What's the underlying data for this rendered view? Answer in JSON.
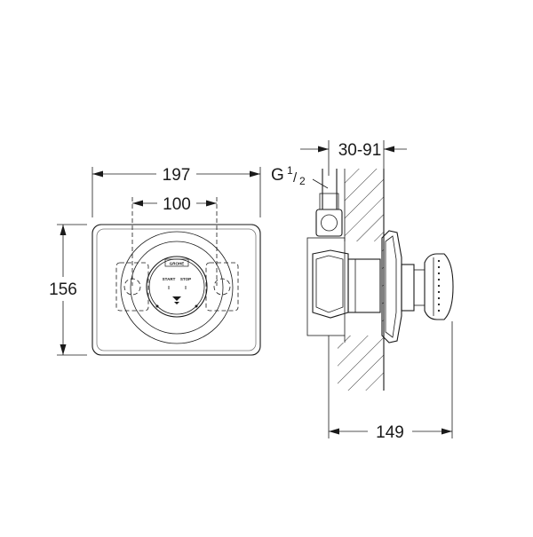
{
  "front_view": {
    "width_label": "197",
    "spacing_label": "100",
    "height_label": "156",
    "brand_label": "GROHE",
    "start_label": "START",
    "stop_label": "STOP"
  },
  "side_view": {
    "depth_range_label": "30-91",
    "thread_label_main": "G",
    "thread_label_num": "1",
    "thread_label_den": "2",
    "total_depth_label": "149"
  }
}
